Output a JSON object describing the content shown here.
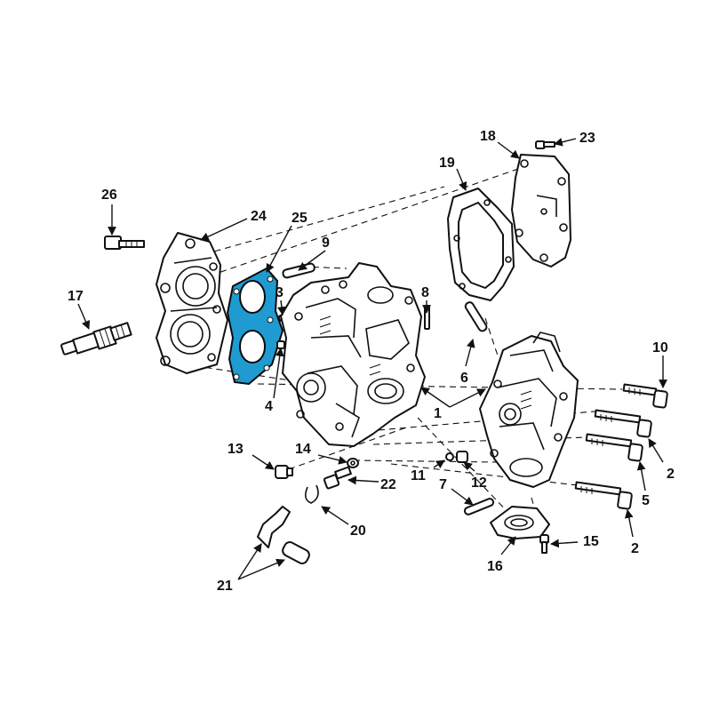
{
  "colors": {
    "highlight": "#1f9bd1",
    "ink": "#111111",
    "background": "#ffffff"
  },
  "callouts": {
    "c1": "1",
    "c2a": "2",
    "c2b": "2",
    "c3": "3",
    "c4": "4",
    "c5": "5",
    "c6": "6",
    "c7": "7",
    "c8": "8",
    "c9": "9",
    "c10": "10",
    "c11": "11",
    "c12": "12",
    "c13": "13",
    "c14": "14",
    "c15": "15",
    "c16": "16",
    "c17": "17",
    "c18": "18",
    "c19": "19",
    "c20": "20",
    "c21": "21",
    "c22": "22",
    "c23": "23",
    "c24": "24",
    "c25": "25",
    "c26": "26"
  }
}
